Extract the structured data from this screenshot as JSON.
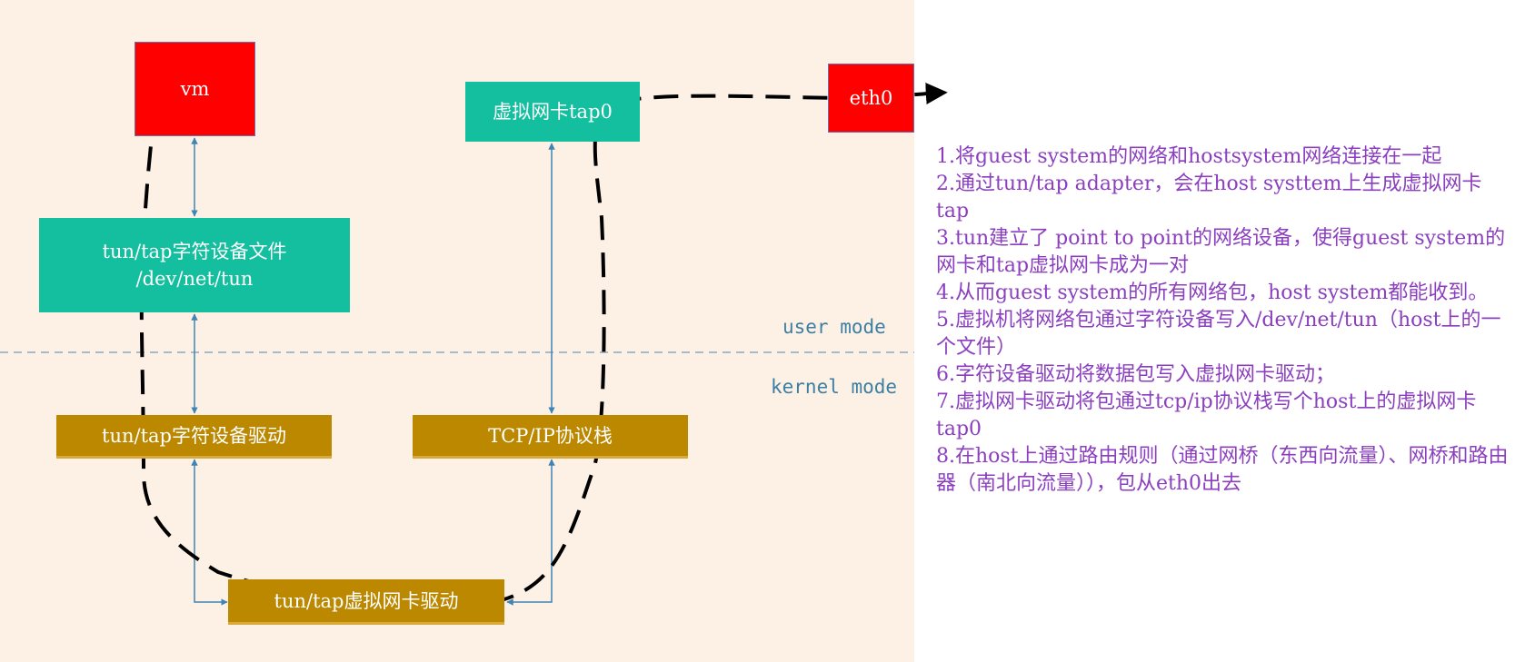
{
  "nodes": {
    "vm": "vm",
    "tap0": "虚拟网卡tap0",
    "eth0": "eth0",
    "char_file": "tun/tap字符设备文件\n/dev/net/tun",
    "char_driver": "tun/tap字符设备驱动",
    "tcpip": "TCP/IP协议栈",
    "nic_driver": "tun/tap虚拟网卡驱动"
  },
  "modes": {
    "user": "user mode",
    "kernel": "kernel mode"
  },
  "colors": {
    "red_box": "#ff0000",
    "teal_box": "#13bf9e",
    "gold_box": "#bb8800",
    "arrow": "#3f84b4",
    "note_text": "#8b3fbf",
    "left_background": "#fdf1e6"
  },
  "notes": [
    "1.将guest system的网络和hostsystem网络连接在一起",
    "2.通过tun/tap adapter，会在host systtem上生成虚拟网卡tap",
    "3.tun建立了 point to point的网络设备，使得guest system的网卡和tap虚拟网卡成为一对",
    "4.从而guest system的所有网络包，host system都能收到。",
    "5.虚拟机将网络包通过字符设备写入/dev/net/tun（host上的一个文件）",
    "6.字符设备驱动将数据包写入虚拟网卡驱动；",
    "7.虚拟网卡驱动将包通过tcp/ip协议栈写个host上的虚拟网卡tap0",
    "8.在host上通过路由规则（通过网桥（东西向流量）、网桥和路由器（南北向流量）），包从eth0出去"
  ]
}
